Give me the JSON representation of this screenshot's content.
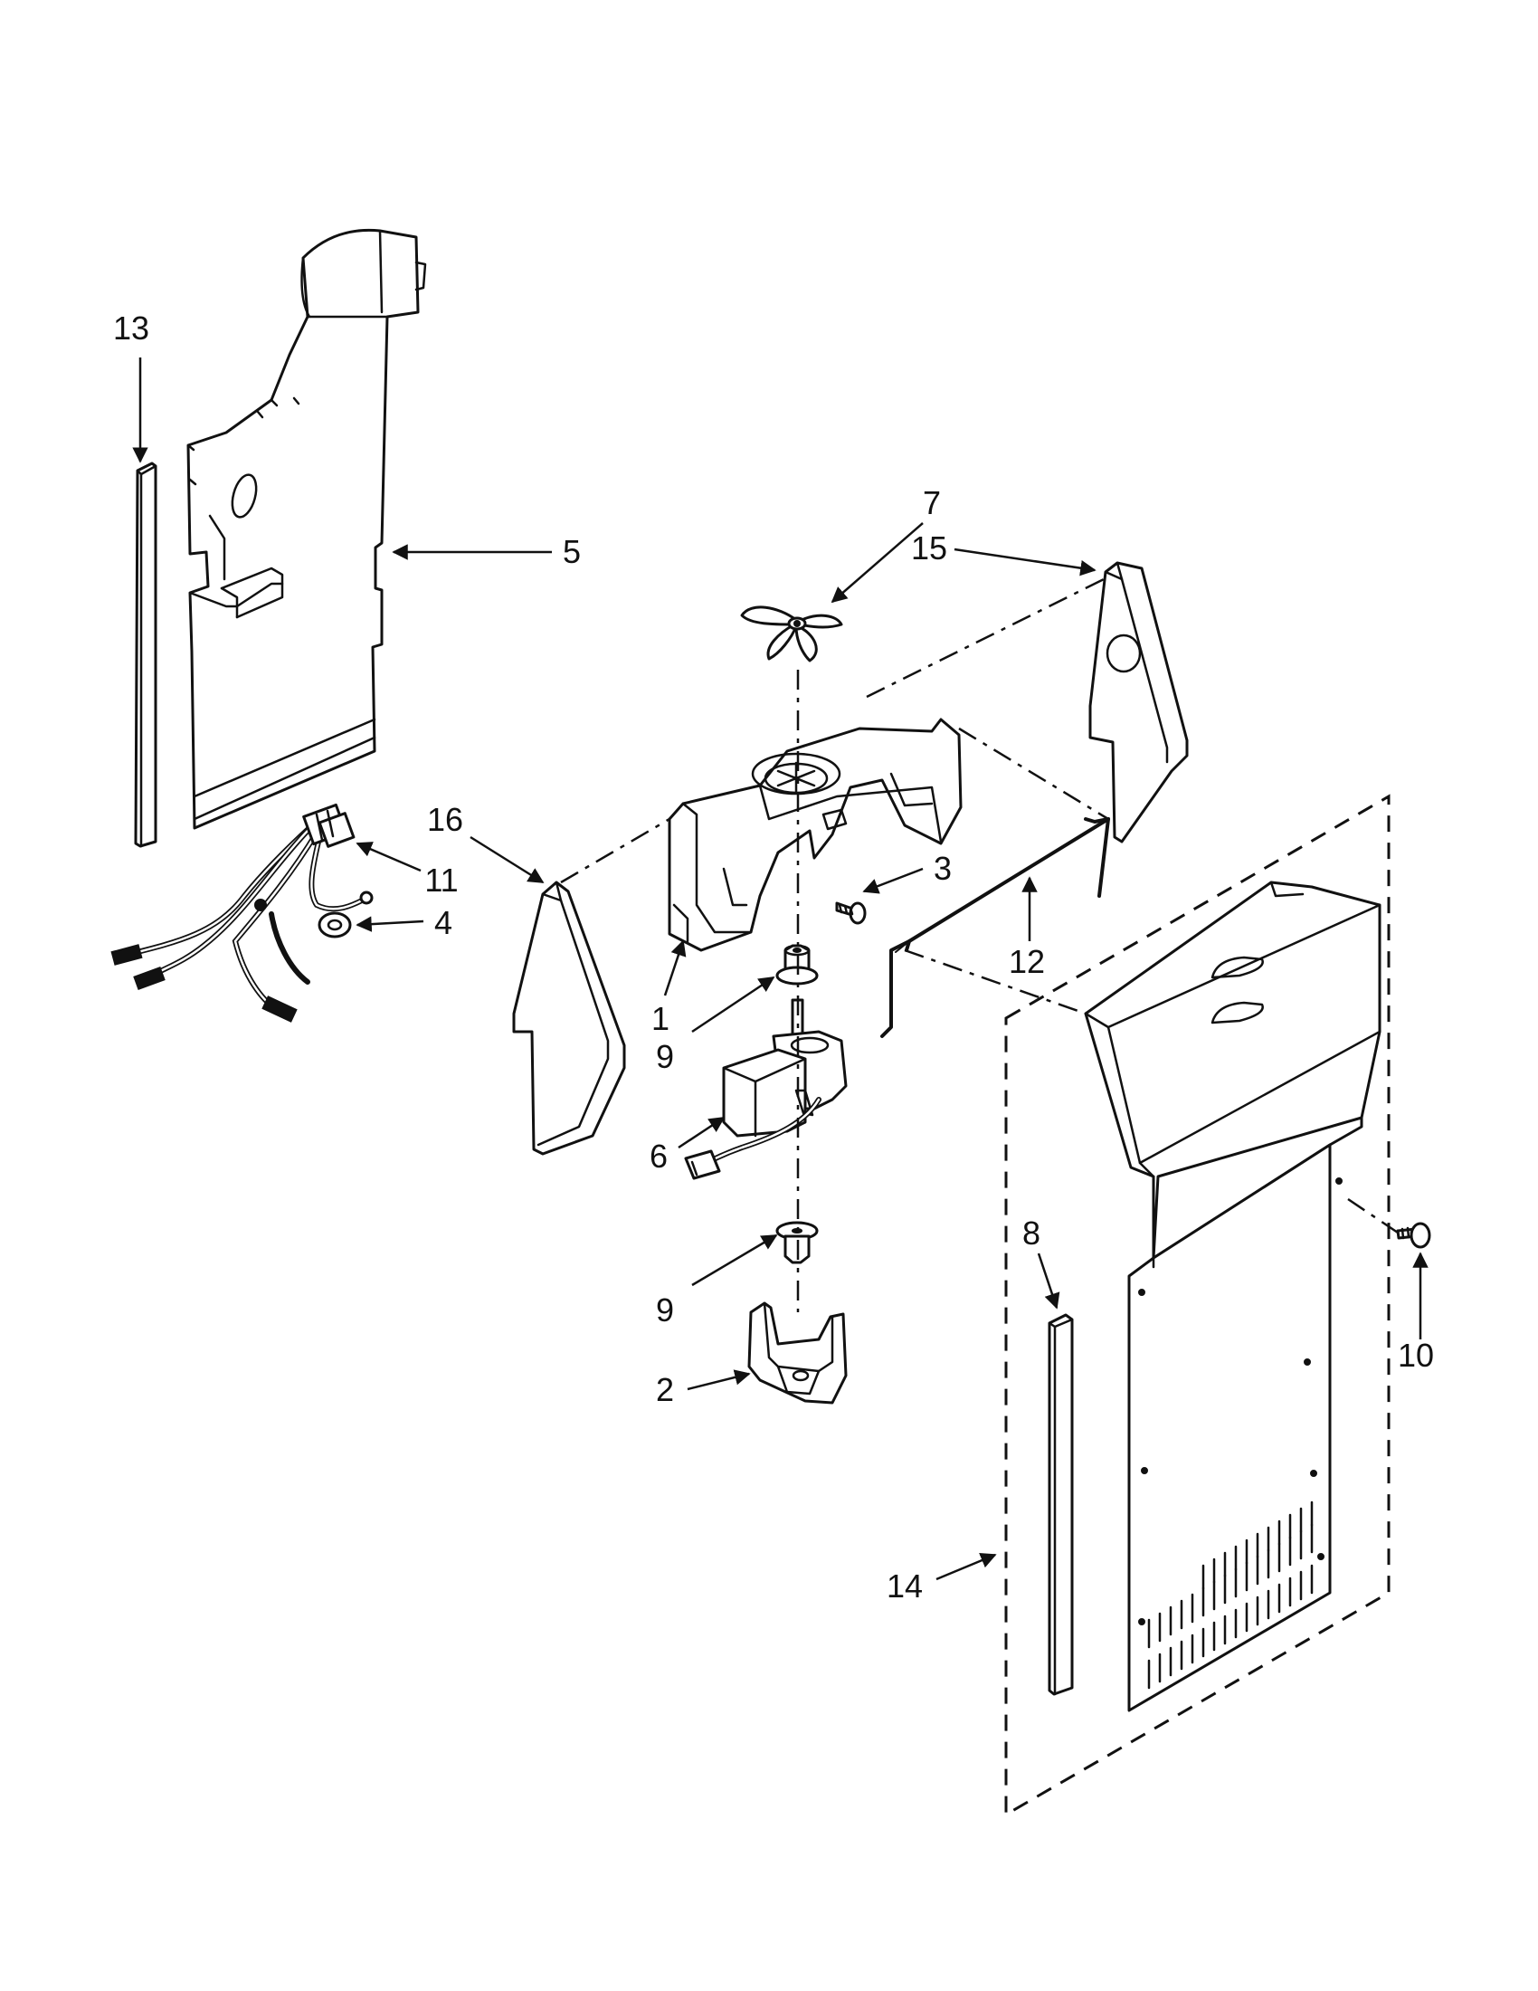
{
  "diagram": {
    "callouts": {
      "c1": "1",
      "c2": "2",
      "c3": "3",
      "c4": "4",
      "c5": "5",
      "c6": "6",
      "c7": "7",
      "c8": "8",
      "c9a": "9",
      "c9b": "9",
      "c10": "10",
      "c11": "11",
      "c12": "12",
      "c13": "13",
      "c14": "14",
      "c15": "15",
      "c16": "16"
    }
  }
}
